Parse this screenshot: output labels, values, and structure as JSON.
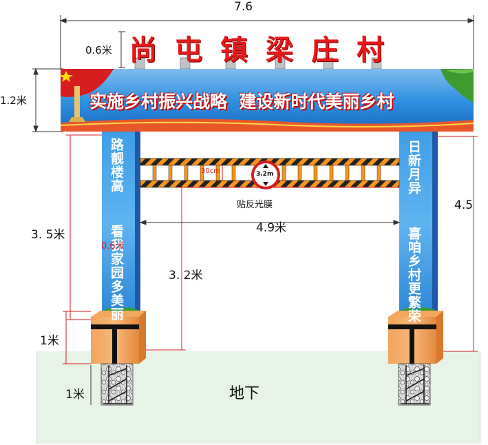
{
  "dimensions": {
    "total_width": "7.6",
    "title_height": "0.6米",
    "banner_height": "1.2米",
    "pillar_height_left": "3. 5米",
    "pillar_height_right": "4.5",
    "base_height": "1米",
    "underground_depth": "1米",
    "span_width": "4.9米",
    "clearance_height": "3. 2米",
    "beam_spacing": "30cm",
    "pillar_width": "0.6米"
  },
  "title": "尚屯镇梁庄村",
  "banner": {
    "slogan": "实施乡村振兴战略  建设新时代美丽乡村"
  },
  "pillars": {
    "left_text": "路靓楼高  看我家园多美丽",
    "right_text": "日新月异  喜咱乡村更繁荣"
  },
  "height_limit_sign": "3.2m",
  "reflective_film_label": "贴反光膜",
  "ground_label": "地下"
}
